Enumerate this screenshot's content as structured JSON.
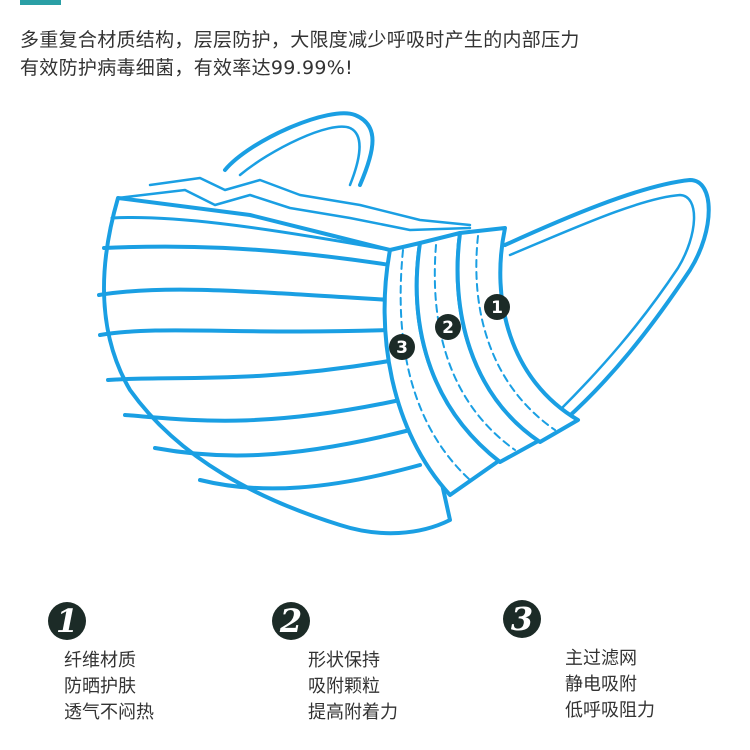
{
  "header": {
    "line1": "多重复合材质结构，层层防护，大限度减少呼吸时产生的内部压力",
    "line2": "有效防护病毒细菌，有效率达99.99%!"
  },
  "diagram": {
    "layer_markers": [
      "1",
      "2",
      "3"
    ],
    "colors": {
      "outline": "#1a9fe3",
      "badge": "#1c2b27",
      "accent": "#2a9fa5"
    }
  },
  "features": [
    {
      "number": "1",
      "lines": [
        "纤维材质",
        "防晒护肤",
        "透气不闷热"
      ]
    },
    {
      "number": "2",
      "lines": [
        "形状保持",
        "吸附颗粒",
        "提高附着力"
      ]
    },
    {
      "number": "3",
      "lines": [
        "主过滤网",
        "静电吸附",
        "低呼吸阻力"
      ]
    }
  ]
}
